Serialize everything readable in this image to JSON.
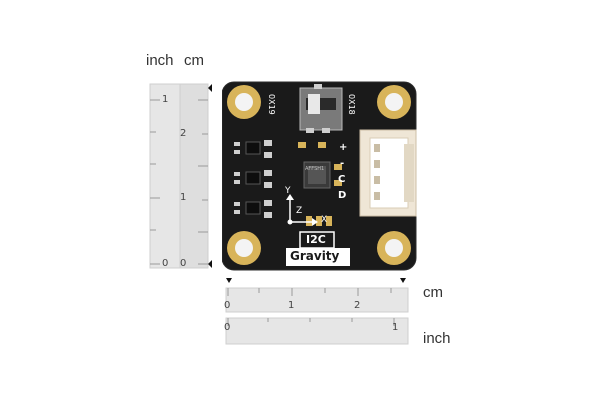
{
  "labels": {
    "left_inch": "inch",
    "left_cm": "cm",
    "bottom_cm": "cm",
    "bottom_inch": "inch"
  },
  "ruler_numbers": {
    "left_inch": [
      "1",
      "0"
    ],
    "left_cm": [
      "2",
      "1",
      "0"
    ],
    "bottom_cm": [
      "0",
      "1",
      "2"
    ],
    "bottom_inch": [
      "0",
      "1"
    ]
  },
  "board": {
    "addr_left": "0X19",
    "addr_right": "0X18",
    "pins": [
      "+",
      "-",
      "C",
      "D"
    ],
    "axis_y": "Y",
    "axis_z": "Z",
    "axis_x": "X",
    "label_i2c": "I2C",
    "label_gravity": "Gravity",
    "chip_marking": "AFFSH1"
  },
  "colors": {
    "pcb": "#1a1a1a",
    "gold": "#d8b45a",
    "connector": "#efe6d6",
    "ruler": "#e6e6e6"
  }
}
